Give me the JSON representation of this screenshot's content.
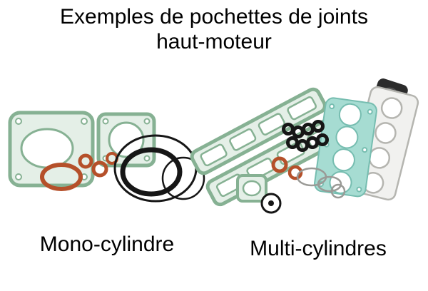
{
  "title": {
    "line1": "Exemples de pochettes de joints",
    "line2": "haut-moteur"
  },
  "labels": {
    "left": "Mono-cylindre",
    "right": "Multi-cylindres"
  },
  "colors": {
    "background": "#ffffff",
    "text": "#000000",
    "gasket_green_fill": "#e4efe7",
    "gasket_green_stroke": "#86b193",
    "gasket_teal_fill": "#a6dcd2",
    "gasket_teal_stroke": "#76bdb0",
    "gasket_gray_fill": "#f1f1ef",
    "gasket_gray_stroke": "#b5b5b0",
    "oring_orange": "#b5502a",
    "rubber_black": "#161616"
  }
}
